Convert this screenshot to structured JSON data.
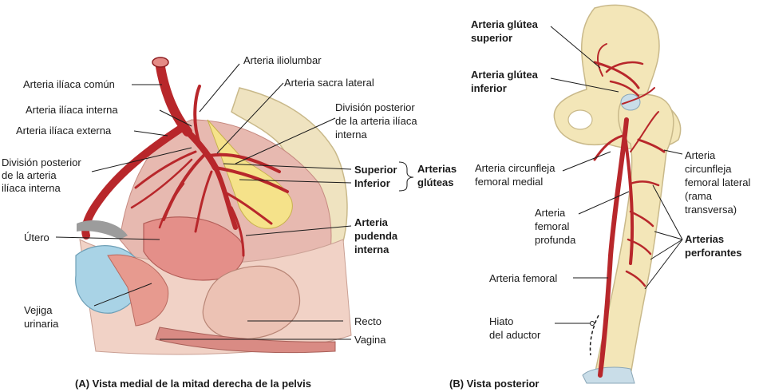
{
  "panel_a": {
    "caption": "(A) Vista medial de la mitad derecha de la pelvis",
    "labels": {
      "iliolumbar": "Arteria iliolumbar",
      "iliaca_comun": "Arteria ilíaca común",
      "sacra_lateral": "Arteria sacra lateral",
      "iliaca_interna": "Arteria ilíaca interna",
      "div_post_right_1": "División posterior",
      "div_post_right_2": "de la arteria ilíaca",
      "div_post_right_3": "interna",
      "iliaca_externa": "Arteria ilíaca externa",
      "div_post_left_1": "División posterior",
      "div_post_left_2": "de la arteria",
      "div_post_left_3": "ilíaca interna",
      "superior": "Superior",
      "inferior": "Inferior",
      "arterias_1": "Arterias",
      "arterias_2": "glúteas",
      "pudenda_1": "Arteria",
      "pudenda_2": "pudenda",
      "pudenda_3": "interna",
      "utero": "Útero",
      "vejiga_1": "Vejiga",
      "vejiga_2": "urinaria",
      "recto": "Recto",
      "vagina": "Vagina"
    }
  },
  "panel_b": {
    "caption": "(B) Vista posterior",
    "labels": {
      "glutea_sup_1": "Arteria glútea",
      "glutea_sup_2": "superior",
      "glutea_inf_1": "Arteria glútea",
      "glutea_inf_2": "inferior",
      "circ_medial_1": "Arteria circunfleja",
      "circ_medial_2": "femoral medial",
      "circ_lat_1": "Arteria",
      "circ_lat_2": "circunfleja",
      "circ_lat_3": "femoral lateral",
      "circ_lat_4": "(rama",
      "circ_lat_5": "transversa)",
      "femoral_prof_1": "Arteria",
      "femoral_prof_2": "femoral",
      "femoral_prof_3": "profunda",
      "perforantes_1": "Arterias",
      "perforantes_2": "perforantes",
      "femoral": "Arteria femoral",
      "hiato_1": "Hiato",
      "hiato_2": "del aductor"
    }
  },
  "colors": {
    "artery": "#b8272b",
    "artery_light": "#d9534f",
    "bone": "#f3e6b8",
    "bone_edge": "#c9b98a",
    "nerve": "#f5e28a",
    "tissue": "#e9a6a0",
    "tissue_light": "#f4cfc7",
    "bladder": "#a9d3e6"
  }
}
